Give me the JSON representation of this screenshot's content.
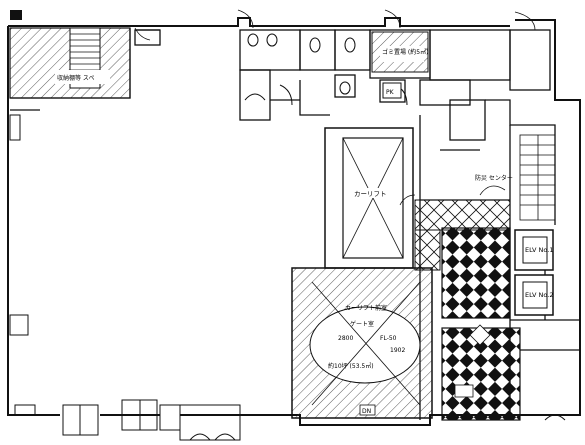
{
  "labels": {
    "stair_storage": "収納棚等 スペ",
    "hatch_room": "ゴミ置場 (約5㎡)",
    "pk": "PK",
    "car_lift": "カーリフト",
    "control_room": "防災 センター",
    "elv1": "ELV No.1",
    "elv2": "ELV No.2",
    "parking_room": "カーリフト前室",
    "parking_sub": "ゲート室",
    "fl_note": "FL-50",
    "dim_2800": "2800",
    "area": "約10坪 (53.5㎡)",
    "dim_1902": "1902",
    "dn": "DN"
  },
  "colors": {
    "line": "#111111",
    "hatch": "#333333",
    "pattern_black": "#111111"
  }
}
